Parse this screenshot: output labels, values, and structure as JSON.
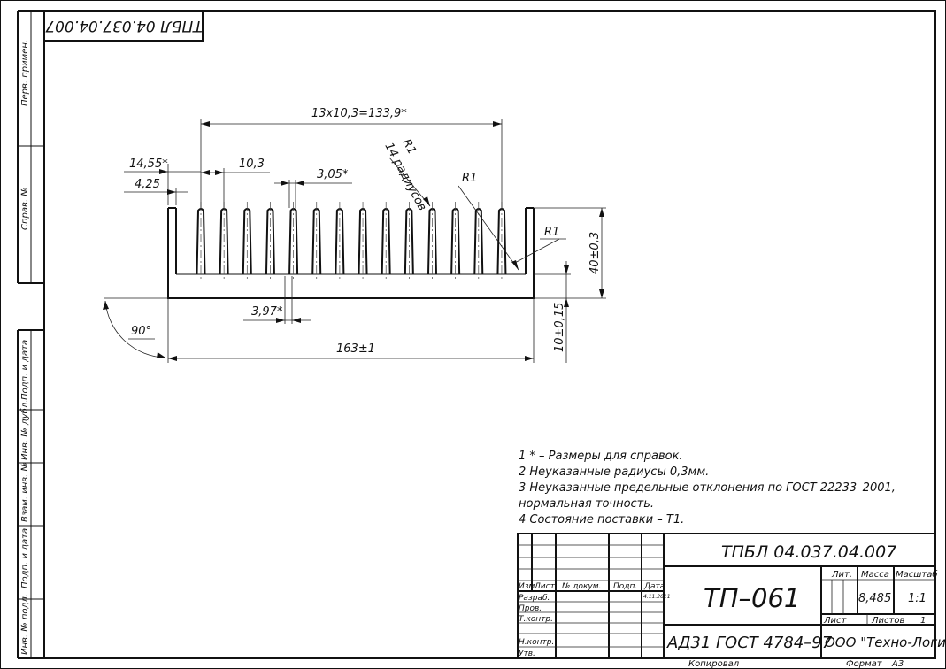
{
  "stamp_code_rotated": "ТПБЛ 04.037.04.007",
  "side_labels": {
    "perv_primen": "Перв. примен.",
    "sprav_no": "Справ. №",
    "podp_data_1": "Подп. и дата",
    "inv_dubl": "Инв. № дубл.",
    "vzam_inv": "Взам. инв. №",
    "podp_data_2": "Подп. и дата",
    "inv_podl": "Инв. № подл."
  },
  "dimensions": {
    "overall_pitch": "13x10,3=133,9*",
    "first_offset": "14,55*",
    "edge": "4,25",
    "pitch": "10,3",
    "fin_tip": "3,05*",
    "radius_note": "R1",
    "radius_count": "14 радиусов",
    "radius_top": "R1",
    "radius_side": "R1",
    "height": "40±0,3",
    "base_thickness": "10±0,15",
    "fin_root": "3,97*",
    "width": "163±1",
    "angle": "90°"
  },
  "notes": [
    "1  * – Размеры для справок.",
    "2  Неуказанные радиусы 0,3мм.",
    "3  Неуказанные   предельные   отклонения   по   ГОСТ   22233–2001,",
    "нормальная точность.",
    "4  Состояние поставки – Т1."
  ],
  "title_block": {
    "designation": "ТПБЛ 04.037.04.007",
    "product_name": "ТП–061",
    "material": "АД31 ГОСТ 4784–97",
    "company": "ООО \"Техно-Логика\"",
    "header_izm": "Изм",
    "header_list": "Лист",
    "header_docum": "№ докум.",
    "header_podp": "Подп.",
    "header_data": "Дата",
    "date_value": "4.11.2011",
    "role_razrab": "Разраб.",
    "role_prov": "Пров.",
    "role_tkontr": "Т.контр.",
    "role_nkontr": "Н.контр.",
    "role_utv": "Утв.",
    "lit_label": "Лит.",
    "mass_label": "Масса",
    "scale_label": "Масштаб",
    "mass_value": "8,485",
    "scale_value": "1:1",
    "sheet_label": "Лист",
    "sheets_label": "Листов",
    "sheets_value": "1"
  },
  "footer": {
    "copied": "Копировал",
    "format": "Формат",
    "format_value": "А3"
  }
}
